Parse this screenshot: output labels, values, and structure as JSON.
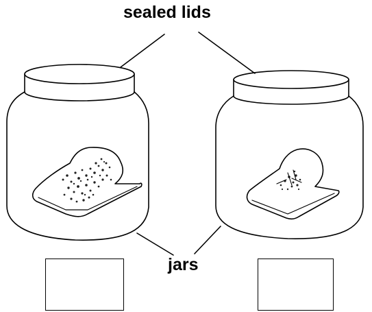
{
  "labels": {
    "lids": "sealed lids",
    "jars": "jars"
  },
  "jars": [
    {
      "id": "left",
      "mould_amount": "heavy"
    },
    {
      "id": "right",
      "mould_amount": "light"
    }
  ],
  "answer_boxes": [
    {
      "id": "left",
      "value": ""
    },
    {
      "id": "right",
      "value": ""
    }
  ],
  "colors": {
    "ink": "#000000",
    "paper": "#ffffff"
  }
}
